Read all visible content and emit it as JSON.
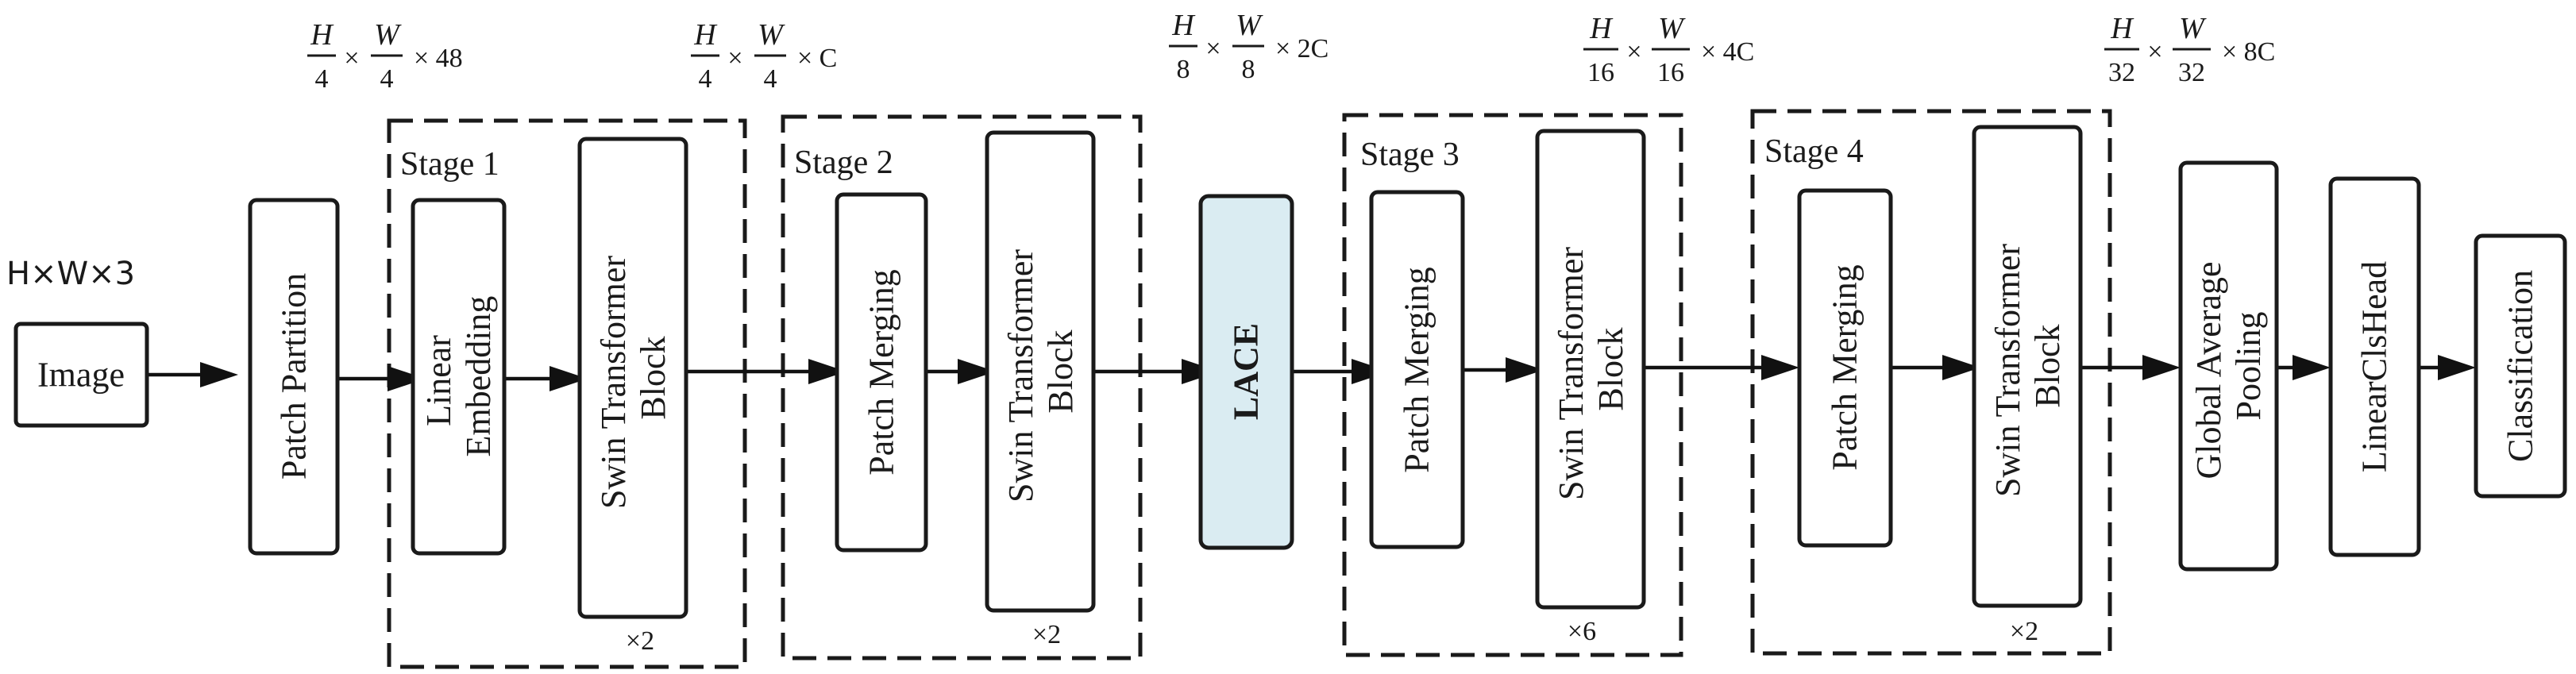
{
  "input_size": "H×W×3",
  "nodes": {
    "image": "Image",
    "patch_partition": "Patch Partition",
    "linear_embedding": [
      "Linear",
      "Embedding"
    ],
    "swin_block_label": [
      "Swin Transformer",
      "Block"
    ],
    "patch_merging": "Patch Merging",
    "lace": "LACE",
    "global_avg_pooling": [
      "Global Average",
      "Pooling"
    ],
    "linear_cls_head": "LinearClsHead",
    "classification": "Classification"
  },
  "stages": [
    {
      "label": "Stage 1",
      "repeat": "×2"
    },
    {
      "label": "Stage 2",
      "repeat": "×2"
    },
    {
      "label": "Stage 3",
      "repeat": "×6"
    },
    {
      "label": "Stage 4",
      "repeat": "×2"
    }
  ],
  "dims": [
    {
      "h_den": "4",
      "w_den": "4",
      "suffix": "× 48"
    },
    {
      "h_den": "4",
      "w_den": "4",
      "suffix": "× C"
    },
    {
      "h_den": "8",
      "w_den": "8",
      "suffix": "× 2C"
    },
    {
      "h_den": "16",
      "w_den": "16",
      "suffix": "× 4C"
    },
    {
      "h_den": "32",
      "w_den": "32",
      "suffix": "× 8C"
    }
  ],
  "symbols": {
    "H": "H",
    "W": "W",
    "times": "×"
  }
}
